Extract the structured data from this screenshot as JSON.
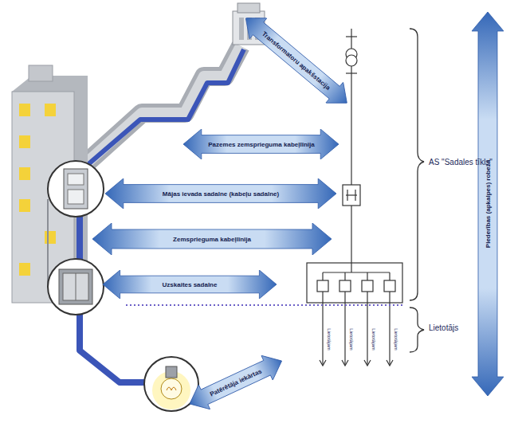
{
  "diagram": {
    "nodes": [
      {
        "text": [
          "Transformatoru apakšstacija"
        ]
      },
      {
        "text": [
          "Pazemes zemsprieguma kabeļlīnija"
        ]
      },
      {
        "text": [
          "Mājas ievada sadalne (kabeļu sadalne)"
        ]
      },
      {
        "text": [
          "Zemsprieguma kabeļlīnija"
        ]
      },
      {
        "text": [
          "Uzskaites sadalne"
        ]
      },
      {
        "text": [
          "Patērētāja iekārtas"
        ]
      },
      {
        "text": [
          "Piederības (apkalpes) robeža"
        ]
      }
    ],
    "labels": [
      "AS \"Sadales tīkls\"",
      "Lietotājs",
      "Lietotājam",
      "Lietotājam",
      "Lietotājam",
      "Lietotājam"
    ]
  }
}
